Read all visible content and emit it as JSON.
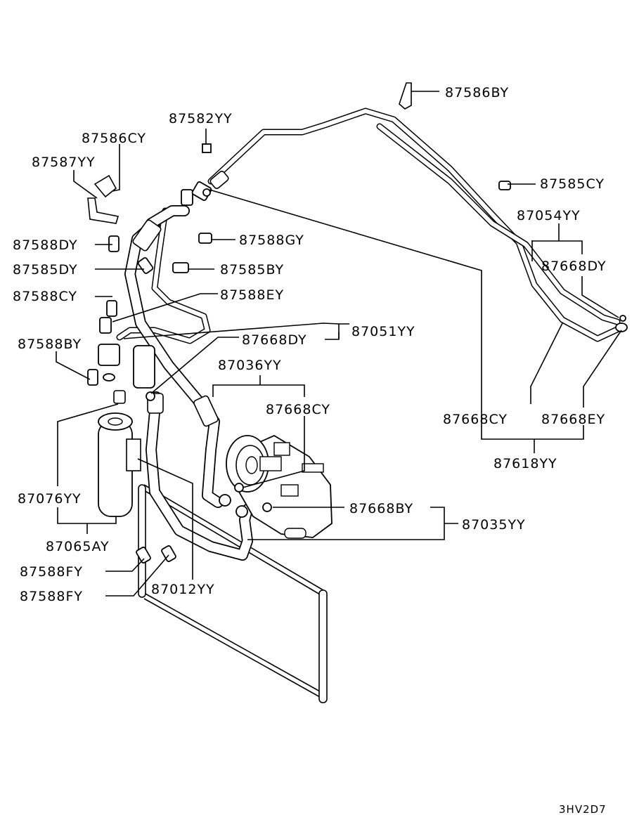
{
  "diagram_code": "3HV2D7",
  "labels": {
    "l_87586BY": "87586BY",
    "l_87582YY": "87582YY",
    "l_87586CY": "87586CY",
    "l_87587YY": "87587YY",
    "l_87585CY": "87585CY",
    "l_87054YY": "87054YY",
    "l_87588DY": "87588DY",
    "l_87588GY": "87588GY",
    "l_87668DY_r": "87668DY",
    "l_87585DY": "87585DY",
    "l_87585BY": "87585BY",
    "l_87588CY": "87588CY",
    "l_87588EY": "87588EY",
    "l_87668DY_c": "87668DY",
    "l_87051YY": "87051YY",
    "l_87588BY": "87588BY",
    "l_87036YY": "87036YY",
    "l_87668CY_c": "87668CY",
    "l_87668CY_r": "87668CY",
    "l_87668EY": "87668EY",
    "l_87618YY": "87618YY",
    "l_87076YY": "87076YY",
    "l_87668BY": "87668BY",
    "l_87035YY": "87035YY",
    "l_87065AY": "87065AY",
    "l_87588FY_1": "87588FY",
    "l_87588FY_2": "87588FY",
    "l_87012YY": "87012YY"
  }
}
